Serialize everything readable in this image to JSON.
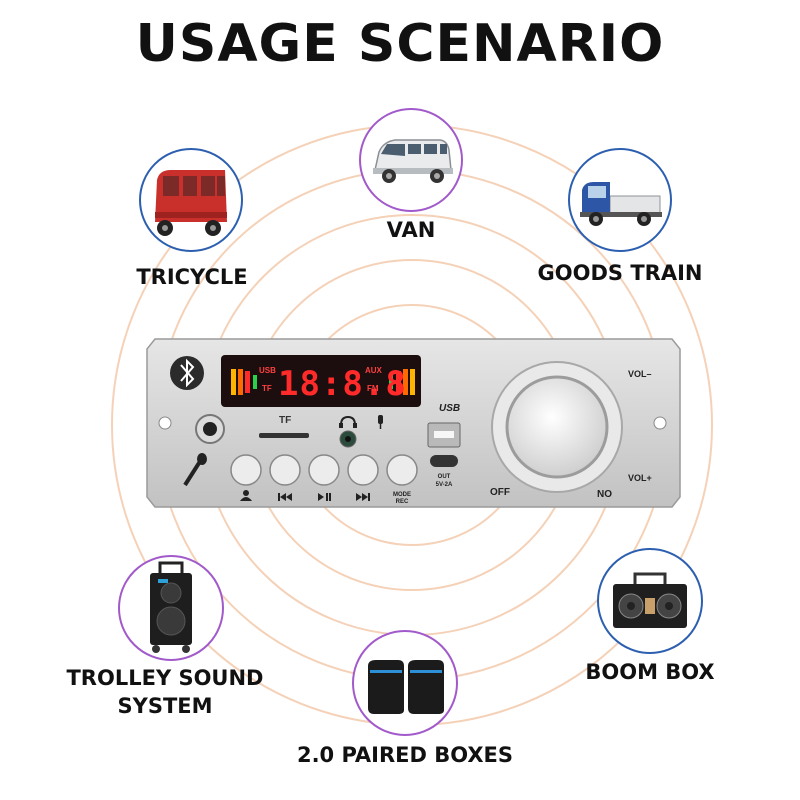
{
  "title": "USAGE SCENARIO",
  "scenarios": [
    {
      "label": "VAN",
      "icon": "van-icon"
    },
    {
      "label": "TRICYCLE",
      "icon": "tricycle-icon"
    },
    {
      "label": "GOODS TRAIN",
      "icon": "truck-icon"
    },
    {
      "label": "TROLLEY SOUND SYSTEM",
      "line1": "TROLLEY SOUND",
      "line2": "SYSTEM",
      "icon": "trolley-speaker-icon"
    },
    {
      "label": "BOOM BOX",
      "icon": "boombox-icon"
    },
    {
      "label": "2.0 PAIRED BOXES",
      "icon": "paired-speakers-icon"
    }
  ],
  "device": {
    "display_digits": "18:8.8",
    "display_usb": "USB",
    "display_tf": "TF",
    "display_aux": "AUX",
    "display_fm": "FM",
    "tf_label": "TF",
    "usb_logo": "USB",
    "vol_minus": "VOL–",
    "vol_plus": "VOL+",
    "off_label": "OFF",
    "no_label": "NO",
    "mode_label": "MODE",
    "rec_label": "REC",
    "out_label": "OUT",
    "out_spec": "5V-2A",
    "icons": [
      "bluetooth-icon",
      "microphone-icon",
      "headphone-icon",
      "person-icon",
      "previous-icon",
      "play-pause-icon",
      "next-icon"
    ]
  },
  "colors": {
    "circle_blue": "#2c5fb0",
    "circle_purple": "#a25acb",
    "ring_color": "#f2c6a6",
    "panel": "#d4d4d4",
    "display_red": "#ff2a2a"
  }
}
